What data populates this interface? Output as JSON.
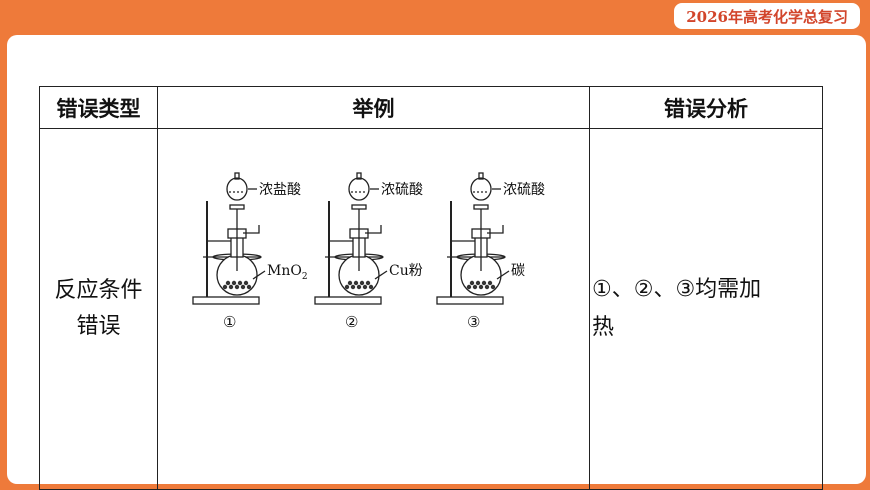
{
  "header": {
    "course_badge": "2026年高考化学总复习"
  },
  "table": {
    "headers": [
      "错误类型",
      "举例",
      "错误分析"
    ],
    "row": {
      "type_line1": "反应条件",
      "type_line2": "错误",
      "analysis_line1": "①、②、③均需加",
      "analysis_line2": "热"
    }
  },
  "apparatus": [
    {
      "number": "①",
      "acid_label": "浓盐酸",
      "solid_label": "MnO",
      "solid_subscript": "2"
    },
    {
      "number": "②",
      "acid_label": "浓硫酸",
      "solid_label": "Cu粉",
      "solid_subscript": ""
    },
    {
      "number": "③",
      "acid_label": "浓硫酸",
      "solid_label": "碳",
      "solid_subscript": ""
    }
  ]
}
